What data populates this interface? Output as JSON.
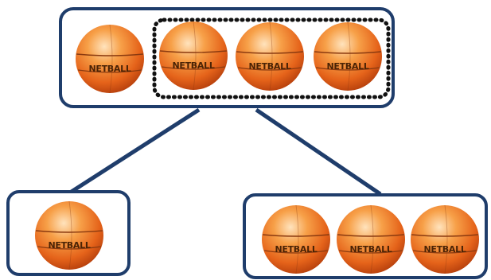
{
  "diagram": {
    "ball_label": "NETBALL",
    "colors": {
      "box_border": "#1f3d6b",
      "connector": "#1f3d6b",
      "group_outline": "#111111",
      "ball_light": "#ffd9a8",
      "ball_mid": "#f08a2c",
      "ball_dark": "#c2410c",
      "ball_seam": "#8a3a10"
    },
    "top_group": {
      "ball_count": 4,
      "highlighted_count": 3
    },
    "bottom_left_group": {
      "ball_count": 1
    },
    "bottom_right_group": {
      "ball_count": 3
    }
  }
}
